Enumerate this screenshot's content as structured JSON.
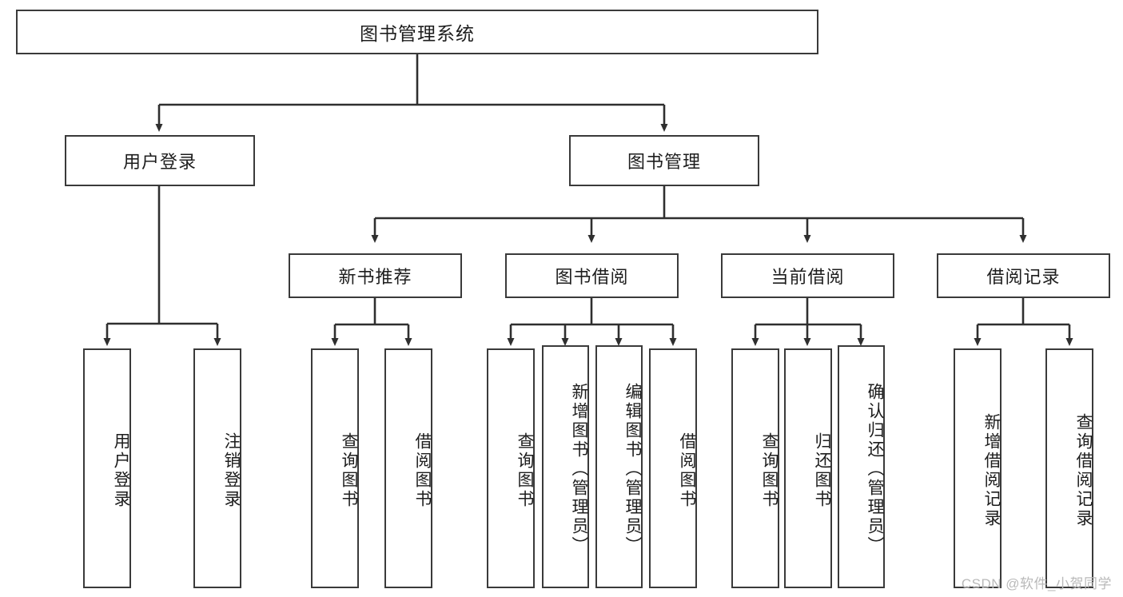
{
  "diagram": {
    "type": "tree-hierarchy-chart",
    "title": "图书管理系统",
    "colors": {
      "box_border": "#3a3a3a",
      "box_fill": "#ffffff",
      "connector": "#2f2f2f",
      "text": "#1d1d1d",
      "watermark": "#b9b9b9",
      "background": "#ffffff"
    },
    "root": {
      "label": "图书管理系统"
    },
    "level2": [
      {
        "label": "用户登录"
      },
      {
        "label": "图书管理"
      }
    ],
    "level3": [
      {
        "label": "新书推荐"
      },
      {
        "label": "图书借阅"
      },
      {
        "label": "当前借阅"
      },
      {
        "label": "借阅记录"
      }
    ],
    "leaves": {
      "user_login": [
        {
          "label": "用户登录"
        },
        {
          "label": "注销登录"
        }
      ],
      "new_book_recommend": [
        {
          "label": "查询图书"
        },
        {
          "label": "借阅图书"
        }
      ],
      "book_borrow": [
        {
          "label": "查询图书"
        },
        {
          "label": "新增图书（管理员）"
        },
        {
          "label": "编辑图书（管理员）"
        },
        {
          "label": "借阅图书"
        }
      ],
      "current_borrow": [
        {
          "label": "查询图书"
        },
        {
          "label": "归还图书"
        },
        {
          "label": "确认归还（管理员）"
        }
      ],
      "borrow_record": [
        {
          "label": "新增借阅记录"
        },
        {
          "label": "查询借阅记录"
        }
      ]
    }
  },
  "watermark": {
    "text": "CSDN @软件_小贺同学"
  }
}
